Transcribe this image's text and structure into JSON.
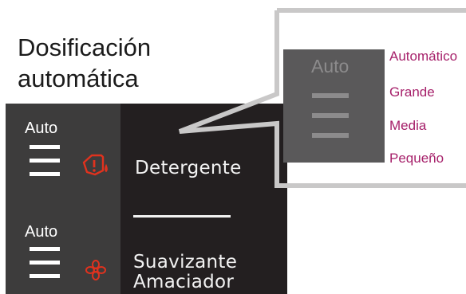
{
  "heading": {
    "line1": "Dosificación",
    "line2": "automática"
  },
  "panel": {
    "detergent": {
      "mode": "Auto",
      "label": "Detergente",
      "icon": "detergent-warning-icon"
    },
    "softener": {
      "mode": "Auto",
      "label_line1": "Suavizante",
      "label_line2": "Amaciador",
      "icon": "softener-flower-icon"
    }
  },
  "zoom": {
    "mode": "Auto",
    "options": [
      "Automático",
      "Grande",
      "Media",
      "Pequeño"
    ]
  },
  "colors": {
    "panel_dark": "#231f20",
    "panel_left": "#3d3c3c",
    "icon_red": "#e0321e",
    "option_magenta": "#a6206a",
    "callout_gray": "#c9c8c8"
  }
}
